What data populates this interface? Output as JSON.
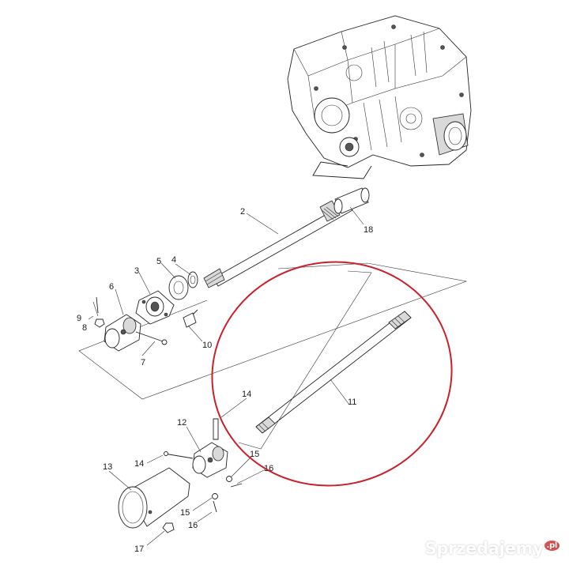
{
  "diagram": {
    "callouts": [
      "2",
      "3",
      "4",
      "5",
      "6",
      "7",
      "8",
      "9",
      "10",
      "11",
      "12",
      "13",
      "14",
      "14",
      "15",
      "15",
      "16",
      "16",
      "17",
      "18"
    ],
    "highlight_color": "#c9202a"
  },
  "watermark": {
    "text": "Sprzedajemy",
    "suffix": ".pl"
  }
}
